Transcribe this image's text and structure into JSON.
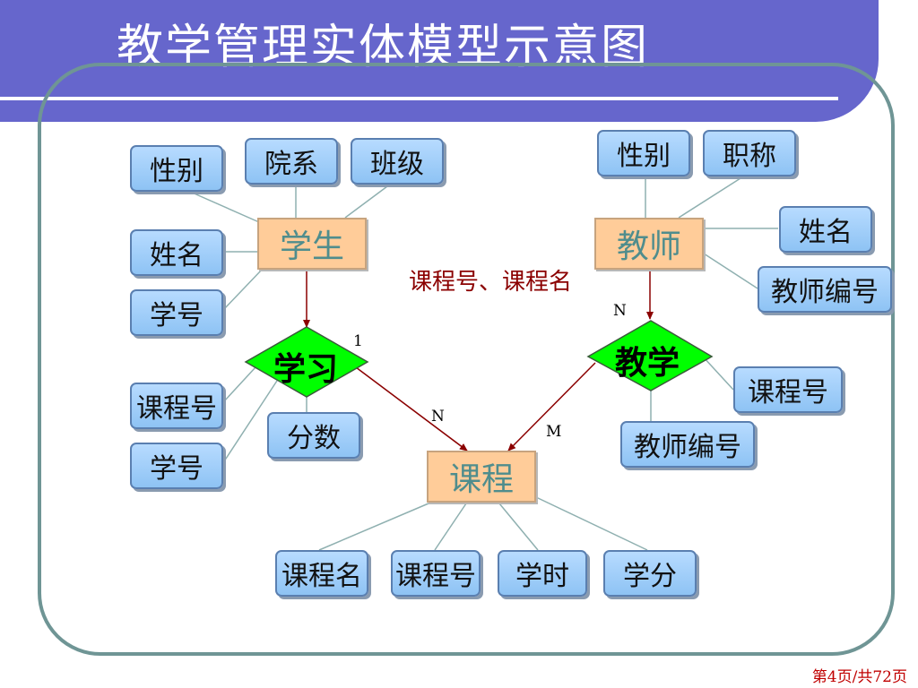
{
  "title": "教学管理实体模型示意图",
  "entities": {
    "student": "学生",
    "teacher": "教师",
    "course": "课程"
  },
  "relationships": {
    "study": "学习",
    "teach": "教学"
  },
  "student_attrs": [
    "性别",
    "院系",
    "班级",
    "姓名",
    "学号"
  ],
  "study_attrs": [
    "课程号",
    "学号",
    "分数"
  ],
  "teacher_attrs": [
    "性别",
    "职称",
    "姓名",
    "教师编号"
  ],
  "teach_attrs": [
    "课程号",
    "教师编号"
  ],
  "course_attrs": [
    "课程名",
    "课程号",
    "学时",
    "学分"
  ],
  "cardinality": {
    "study_student": "1",
    "study_course": "N",
    "teach_teacher": "N",
    "teach_course": "M"
  },
  "annotation": "课程号、课程名",
  "footer": "第4页/共72页",
  "colors": {
    "banner": "#6666cc",
    "entity_fill": "#ffcc99",
    "attribute_fill": "#a9d1f7",
    "relationship_fill": "#00ff00",
    "arrow": "#8b0000",
    "frame": "#6f9595"
  }
}
